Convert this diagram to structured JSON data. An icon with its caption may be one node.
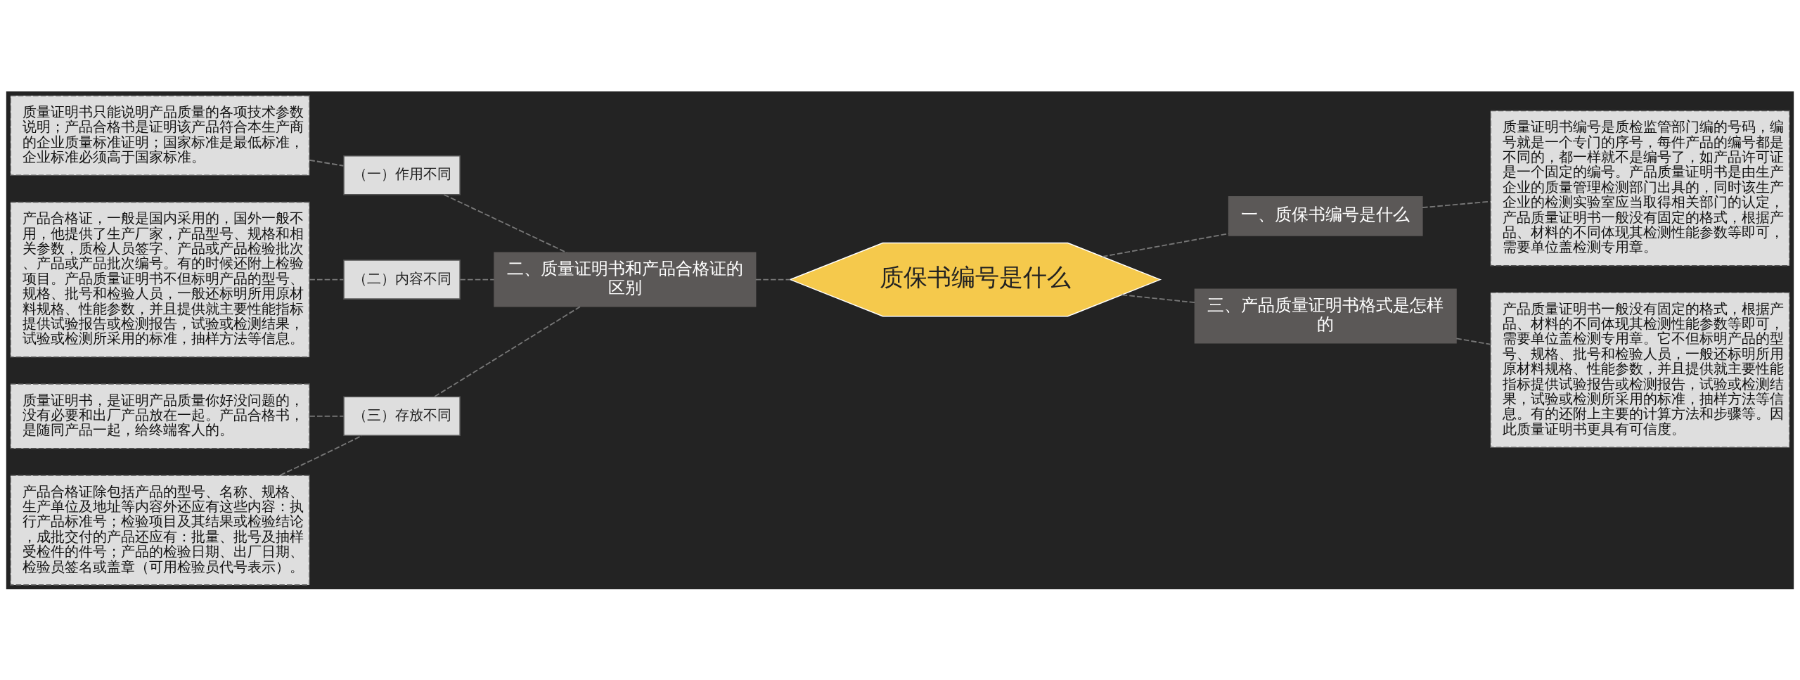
{
  "diagram": {
    "nodes": [
      {
        "text": [
          "质保书编号是什么"
        ]
      },
      {
        "text": [
          "一、质保书编号是什么"
        ]
      },
      {
        "text": [
          "质量证明书编号是质检监管部门编的号码，编号就是一个专门的序号，每件产品的编号都是不同的，都一样就不是编号了，如产品许可证是一个固定的编号。产品质量证明书是由生产企业的质量管理检测部门出具的，同时该生产企业的检测实验室应当取得相关部门的认定，产品质量证明书一般没有固定的格式，根据产品、材料的不同体现其检测性能参数等即可，需要单位盖检测专用章。"
        ]
      },
      {
        "text": [
          "三、产品质量证明书格式是怎样的"
        ]
      },
      {
        "text": [
          "产品质量证明书一般没有固定的格式，根据产品、材料的不同体现其检测性能参数等即可，需要单位盖检测专用章。它不但标明产品的型号、规格、批号和检验人员，一般还标明所用原材料规格、性能参数，并且提供就主要性能指标提供试验报告或检测报告，试验或检测结果，试验或检测所采用的标准，抽样方法等信息。有的还附上主要的计算方法和步骤等。因此质量证明书更具有可信度。"
        ]
      },
      {
        "text": [
          "二、质量证明书和产品合格证的区别"
        ]
      },
      {
        "text": [
          "（一）作用不同"
        ]
      },
      {
        "text": [
          "质量证明书只能说明产品质量的各项技术参数说明；产品合格书是证明该产品符合本生产商的企业质量标准证明；国家标准是最低标准，企业标准必须高于国家标准。"
        ]
      },
      {
        "text": [
          "（二）内容不同"
        ]
      },
      {
        "text": [
          "产品合格证，一般是国内采用的，国外一般不用，他提供了生产厂家，产品型号、规格和相关参数，质检人员签字、产品或产品检验批次、产品或产品批次编号。有的时候还附上检验项目。产品质量证明书不但标明产品的型号、规格、批号和检验人员，一般还标明所用原材料规格、性能参数，并且提供就主要性能指标提供试验报告或检测报告，试验或检测结果，试验或检测所采用的标准，抽样方法等信息。"
        ]
      },
      {
        "text": [
          "（三）存放不同"
        ]
      },
      {
        "text": [
          "质量证明书，是证明产品质量你好没问题的，没有必要和出厂产品放在一起。产品合格书，是随同产品一起，给终端客人的。"
        ]
      },
      {
        "text": [
          "产品合格证除包括产品的型号、名称、规格、生产单位及地址等内容外还应有这些内容：执行产品标准号；检验项目及其结果或检验结论，成批交付的产品还应有：批量、批号及抽样受检件的件号；产品的检验日期、出厂日期、检验员签名或盖章（可用检验员代号表示）。"
        ]
      }
    ],
    "edges": [
      {
        "from": 0,
        "to": 1,
        "arrow": "none",
        "style": "dashed"
      },
      {
        "from": 1,
        "to": 2,
        "arrow": "none",
        "style": "dashed"
      },
      {
        "from": 0,
        "to": 3,
        "arrow": "none",
        "style": "dashed"
      },
      {
        "from": 3,
        "to": 4,
        "arrow": "none",
        "style": "dashed"
      },
      {
        "from": 5,
        "to": 0,
        "arrow": "none",
        "style": "dashed"
      },
      {
        "from": 6,
        "to": 5,
        "arrow": "none",
        "style": "dashed"
      },
      {
        "from": 7,
        "to": 6,
        "arrow": "none",
        "style": "dashed"
      },
      {
        "from": 8,
        "to": 5,
        "arrow": "none",
        "style": "dashed"
      },
      {
        "from": 9,
        "to": 8,
        "arrow": "none",
        "style": "dashed"
      },
      {
        "from": 10,
        "to": 5,
        "arrow": "none",
        "style": "dashed"
      },
      {
        "from": 11,
        "to": 10,
        "arrow": "none",
        "style": "dashed"
      },
      {
        "from": 12,
        "to": 10,
        "arrow": "none",
        "style": "dashed"
      }
    ]
  }
}
